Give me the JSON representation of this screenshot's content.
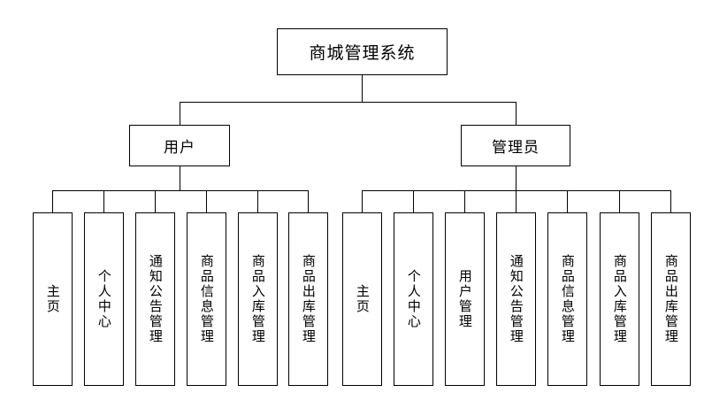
{
  "diagram": {
    "title": "商城管理系统",
    "type": "organization-tree",
    "root": {
      "label": "商城管理系统"
    },
    "branches": [
      {
        "label": "用户",
        "children": [
          {
            "label": "主页"
          },
          {
            "label": "个人中心"
          },
          {
            "label": "通知公告管理"
          },
          {
            "label": "商品信息管理"
          },
          {
            "label": "商品入库管理"
          },
          {
            "label": "商品出库管理"
          }
        ]
      },
      {
        "label": "管理员",
        "children": [
          {
            "label": "主页"
          },
          {
            "label": "个人中心"
          },
          {
            "label": "用户管理"
          },
          {
            "label": "通知公告管理"
          },
          {
            "label": "商品信息管理"
          },
          {
            "label": "商品入库管理"
          },
          {
            "label": "商品出库管理"
          }
        ]
      }
    ]
  }
}
